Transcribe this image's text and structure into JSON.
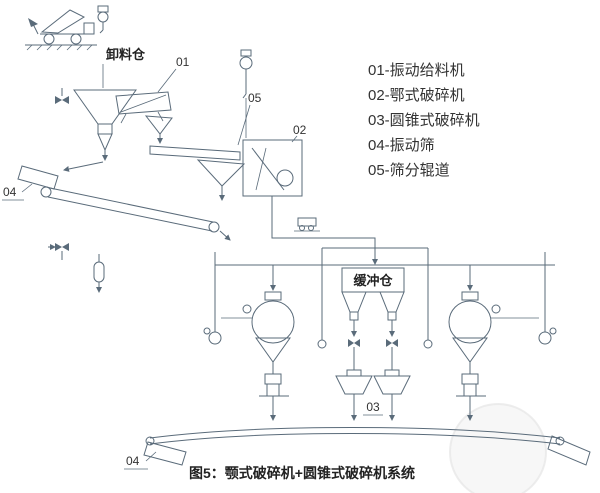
{
  "figure": {
    "caption": "图5：颚式破碎机+圆锥式破碎机系统",
    "labels": {
      "unloading_bin": "卸料仓",
      "buffer_bin": "缓冲仓",
      "callout_01": "01",
      "callout_02": "02",
      "callout_03": "03",
      "callout_04_top": "04",
      "callout_04_bottom": "04",
      "callout_05": "05"
    },
    "legend": {
      "items": [
        "01-振动给料机",
        "02-鄂式破碎机",
        "03-圆锥式破碎机",
        "04-振动筛",
        "05-筛分辊道"
      ]
    }
  },
  "colors": {
    "line": "#5a6b7a",
    "text": "#333333",
    "caption": "#222222",
    "background": "#ffffff"
  }
}
